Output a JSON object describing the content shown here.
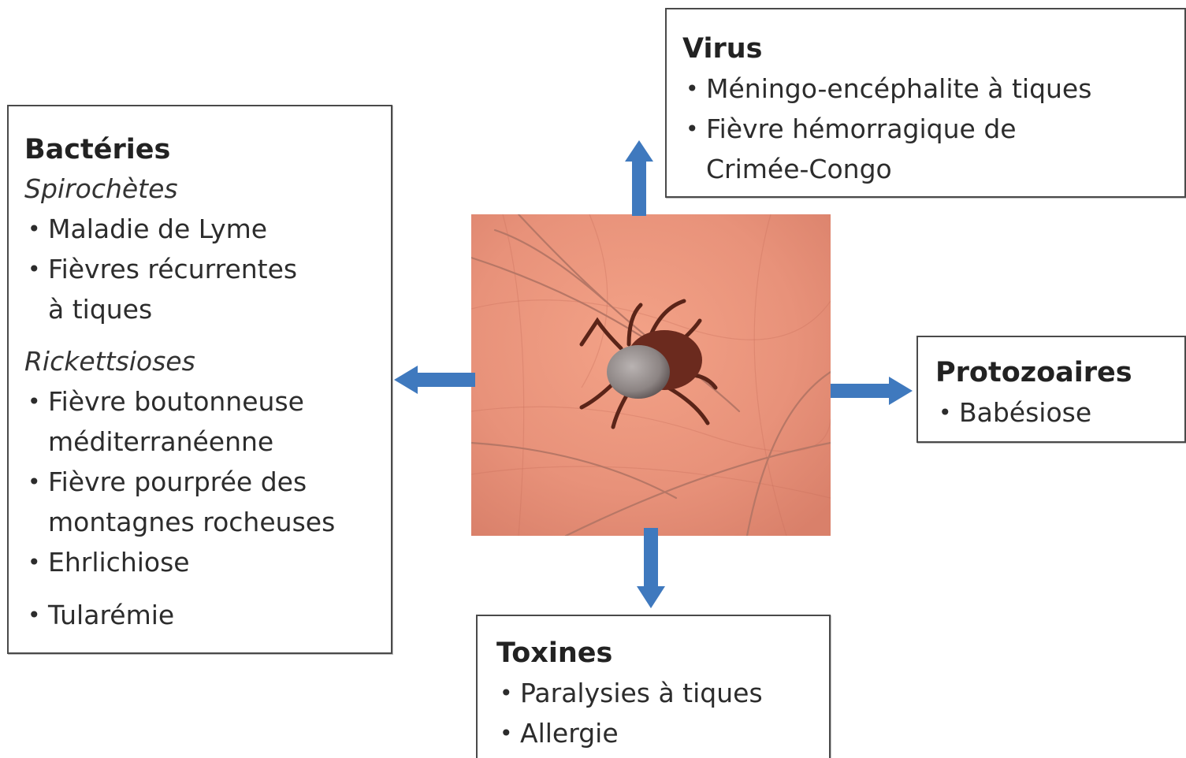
{
  "bacteries": {
    "title": "Bactéries",
    "group1_title": "Spirochètes",
    "group1_items": [
      "Maladie de Lyme",
      "Fièvres récurrentes",
      "à tiques"
    ],
    "group2_title": "Rickettsioses",
    "group2_items": [
      "Fièvre boutonneuse",
      "méditerranéenne",
      "Fièvre pourprée des",
      "montagnes rocheuses",
      "Ehrlichiose",
      "Tularémie"
    ]
  },
  "virus": {
    "title": "Virus",
    "items": [
      "Méningo-encéphalite à tiques",
      "Fièvre hémorragique de",
      "Crimée-Congo"
    ]
  },
  "protozoaires": {
    "title": "Protozoaires",
    "items": [
      "Babésiose"
    ]
  },
  "toxines": {
    "title": "Toxines",
    "items": [
      "Paralysies à tiques",
      "Allergie"
    ]
  },
  "colors": {
    "arrow": "#3f79be",
    "skin": "#e9967a",
    "box_border": "#4a4a4a"
  }
}
